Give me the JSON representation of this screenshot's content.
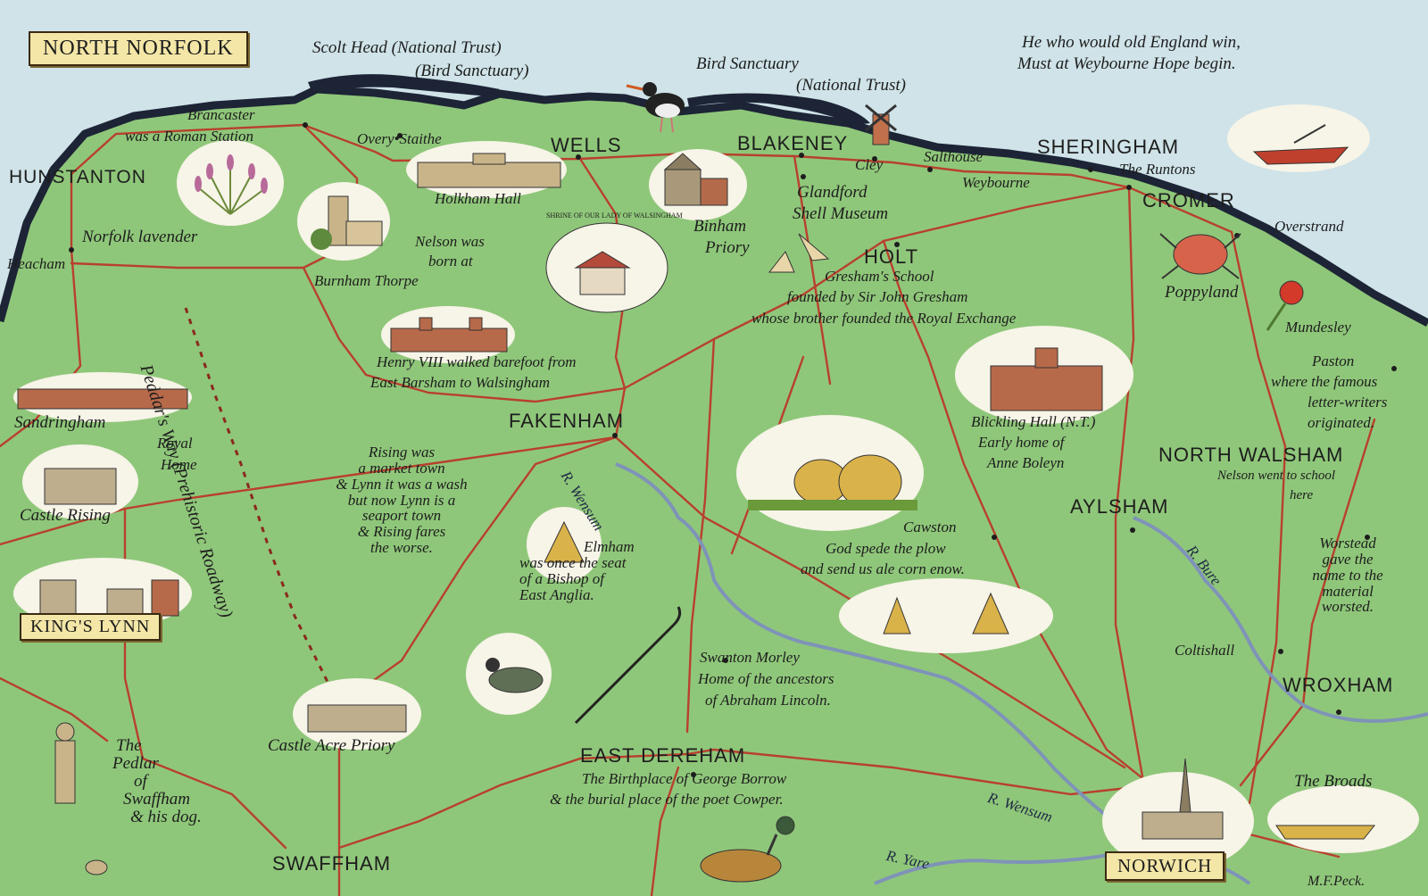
{
  "title": "NORTH NORFOLK",
  "motto": [
    "He who would old England win,",
    "Must at Weybourne Hope begin."
  ],
  "artist": "M.F.Peck.",
  "coastal_notes": {
    "scolt_head": [
      "Scolt Head (National Trust)",
      "(Bird Sanctuary)"
    ],
    "bird_sanctuary": [
      "Bird Sanctuary",
      "(National Trust)"
    ]
  },
  "places": {
    "hunstanton": "HUNSTANTON",
    "brancaster": [
      "Brancaster",
      "was a Roman Station"
    ],
    "overy_staithe": "Overy•Staithe",
    "wells": "WELLS",
    "holkham": "Holkham Hall",
    "blakeney": "BLAKENEY",
    "cley": "Cley",
    "salthouse": "Salthouse",
    "weybourne": "Weybourne",
    "sheringham": "SHERINGHAM",
    "runtons": "The Runtons",
    "cromer": "CROMER",
    "overstrand": "Overstrand",
    "lavender": "Norfolk lavender",
    "heacham": "Heacham",
    "nelson_born": [
      "Nelson was",
      "born at"
    ],
    "burnham_thorpe": "Burnham Thorpe",
    "shrine": "SHRINE OF OUR LADY OF WALSINGHAM",
    "binham": [
      "Binham",
      "Priory"
    ],
    "glandford": [
      "Glandford",
      "Shell Museum"
    ],
    "holt": "HOLT",
    "gresham": [
      "Gresham's School",
      "founded by Sir John Gresham",
      "whose brother founded the Royal Exchange"
    ],
    "poppyland": "Poppyland",
    "mundesley": "Mundesley",
    "paston": [
      "Paston",
      "where the famous",
      "letter-writers",
      "originated."
    ],
    "peddars_way": "Peddar's Way (Prehistoric Roadway)",
    "henry": [
      "Henry VIII walked barefoot from",
      "East Barsham to Walsingham"
    ],
    "sandringham": "Sandringham",
    "royal_home": [
      "Royal",
      "Home"
    ],
    "castle_rising": "Castle Rising",
    "fakenham": "FAKENHAM",
    "rising": [
      "Rising was",
      "a market town",
      "& Lynn it was a wash",
      "but now Lynn is a",
      "seaport town",
      "& Rising fares",
      "the worse."
    ],
    "wensum_north": "R. Wensum",
    "blickling": [
      "Blickling Hall (N.T.)",
      "Early home of",
      "Anne Boleyn"
    ],
    "north_walsham": "NORTH WALSHAM",
    "nelson_school": [
      "Nelson went to school",
      "here"
    ],
    "cawston": [
      "Cawston",
      "God spede the plow",
      "and send us ale corn enow."
    ],
    "aylsham": "AYLSHAM",
    "bure": "R. Bure",
    "worstead": [
      "Worstead",
      "gave the",
      "name to the",
      "material",
      "worsted."
    ],
    "kings_lynn": "KING'S LYNN",
    "elmham": [
      "Elmham",
      "was once the seat",
      "of a Bishop of",
      "East Anglia."
    ],
    "coltishall": "Coltishall",
    "wroxham": "WROXHAM",
    "swanton": [
      "Swanton Morley",
      "Home of the ancestors",
      "of Abraham Lincoln."
    ],
    "castle_acre": "Castle Acre Priory",
    "pedlar": [
      "The",
      "Pedlar",
      "of",
      "Swaffham",
      "& his dog."
    ],
    "east_dereham": "EAST DEREHAM",
    "dereham_note": [
      "The Birthplace of George Borrow",
      "& the burial place of the poet Cowper."
    ],
    "wensum_south": "R. Wensum",
    "broads": "The Broads",
    "swaffham": "SWAFFHAM",
    "yare": "R. Yare",
    "norwich": "NORWICH"
  },
  "colors": {
    "sea": "#cfe3e8",
    "land": "#8fc77a",
    "coast": "#1d2436",
    "road": "#b8402e",
    "river": "#7f93b8",
    "scroll": "#f3e6a6"
  }
}
